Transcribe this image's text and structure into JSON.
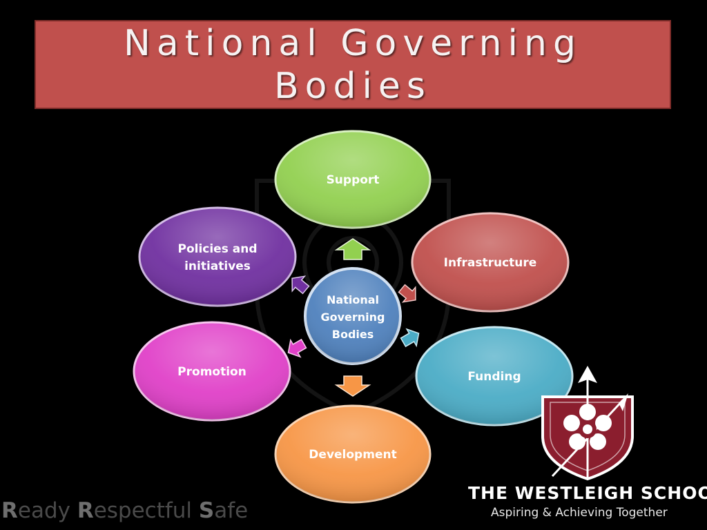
{
  "title": {
    "line1": "National Governing",
    "line2": "Bodies"
  },
  "diagram": {
    "center": {
      "line1": "National",
      "line2": "Governing",
      "line3": "Bodies",
      "color": "#4f81bd"
    },
    "nodes": [
      {
        "id": "support",
        "lines": [
          "Support"
        ],
        "color": "#92d050"
      },
      {
        "id": "infrastructure",
        "lines": [
          "Infrastructure"
        ],
        "color": "#c0504d"
      },
      {
        "id": "funding",
        "lines": [
          "Funding"
        ],
        "color": "#4bacc6"
      },
      {
        "id": "development",
        "lines": [
          "Development"
        ],
        "color": "#f79646"
      },
      {
        "id": "promotion",
        "lines": [
          "Promotion"
        ],
        "color": "#e040c8"
      },
      {
        "id": "policies",
        "lines": [
          "Policies and",
          "initiatives"
        ],
        "color": "#7030a0"
      }
    ]
  },
  "footer": {
    "motto": [
      {
        "cap": "R",
        "rest": "eady "
      },
      {
        "cap": "R",
        "rest": "espectful "
      },
      {
        "cap": "S",
        "rest": "afe"
      }
    ],
    "school_name": "THE WESTLEIGH SCHOOL",
    "tagline": "Aspiring & Achieving Together"
  },
  "colors": {
    "title_background": "#c0504d",
    "crest": "#8b1e2e"
  },
  "icons": {
    "crest": "school-crest-icon",
    "watermark": "rose-watermark-icon"
  }
}
